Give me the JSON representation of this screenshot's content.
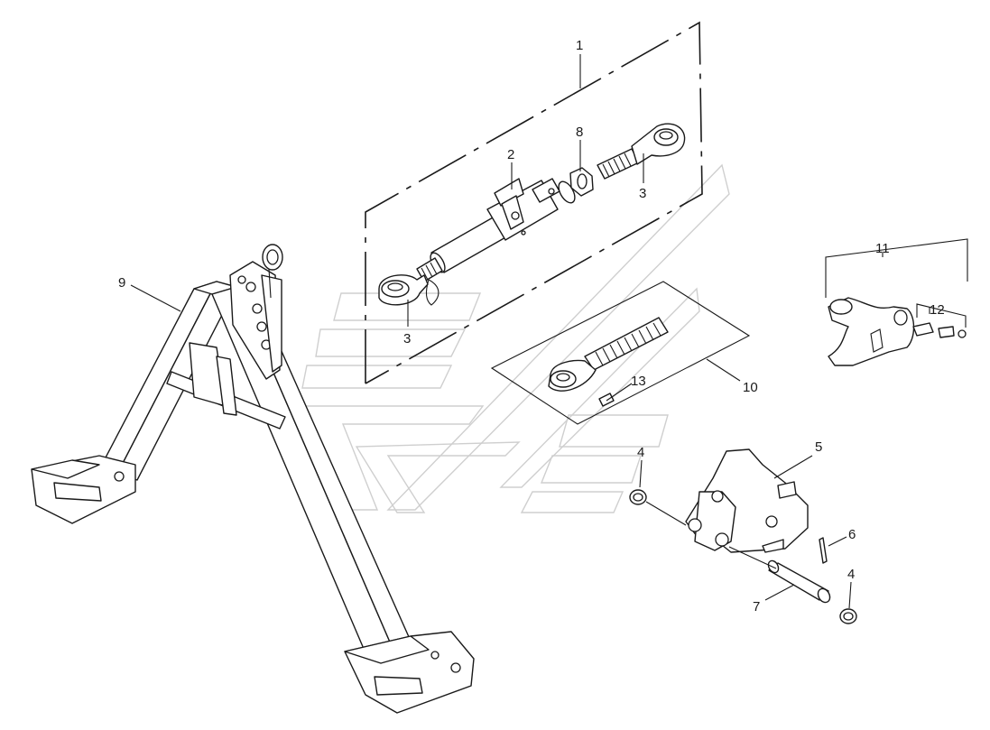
{
  "callouts": {
    "c1": "1",
    "c2": "2",
    "c3a": "3",
    "c3b": "3",
    "c4a": "4",
    "c4b": "4",
    "c5": "5",
    "c6": "6",
    "c7": "7",
    "c8": "8",
    "c9": "9",
    "c10": "10",
    "c11": "11",
    "c12": "12",
    "c13": "13"
  }
}
